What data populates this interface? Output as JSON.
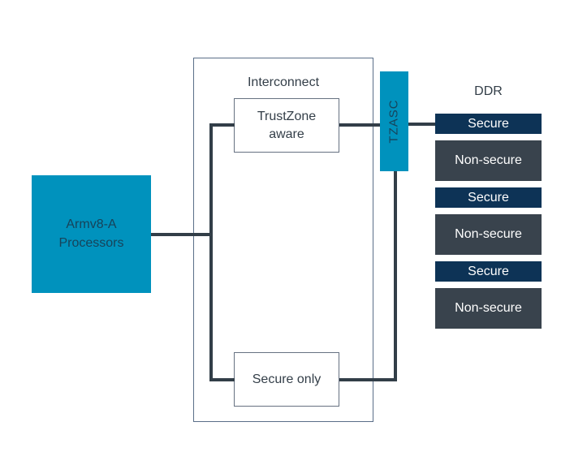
{
  "colors": {
    "teal": "#0092bd",
    "navy": "#0d3356",
    "slate": "#333e48",
    "slate_fill": "#39434d",
    "line": "#323e48",
    "container_border": "#5a6e88",
    "box_border": "#667181",
    "text_on_teal": "#17435a",
    "text_light": "#ffffff"
  },
  "processor": {
    "label": "Armv8-A\nProcessors"
  },
  "interconnect": {
    "title": "Interconnect",
    "trustzone_box": "TrustZone\naware",
    "secure_only_box": "Secure only"
  },
  "tzasc": {
    "label": "TZASC"
  },
  "ddr": {
    "title": "DDR",
    "regions": [
      {
        "label": "Secure",
        "type": "secure"
      },
      {
        "label": "Non-secure",
        "type": "nonsecure"
      },
      {
        "label": "Secure",
        "type": "secure"
      },
      {
        "label": "Non-secure",
        "type": "nonsecure"
      },
      {
        "label": "Secure",
        "type": "secure"
      },
      {
        "label": "Non-secure",
        "type": "nonsecure"
      }
    ]
  }
}
